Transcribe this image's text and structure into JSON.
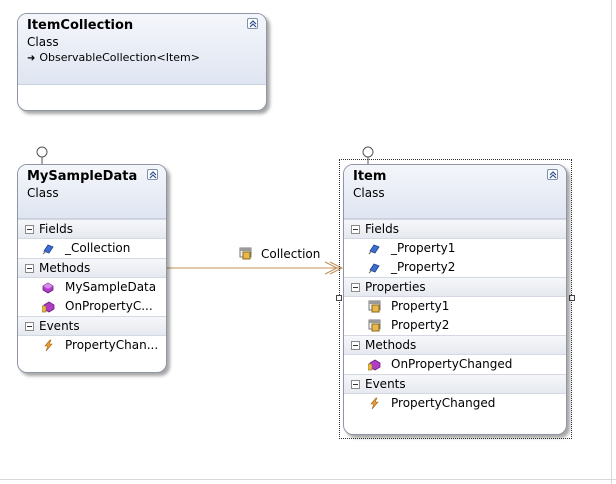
{
  "shapes": {
    "item_collection": {
      "title": "ItemCollection",
      "stereotype": "Class",
      "base_type": "ObservableCollection<Item>"
    },
    "my_sample_data": {
      "title": "MySampleData",
      "stereotype": "Class",
      "sections": {
        "fields": {
          "label": "Fields",
          "items": [
            "_Collection"
          ]
        },
        "methods": {
          "label": "Methods",
          "items": [
            "MySampleData",
            "OnPropertyC..."
          ]
        },
        "events": {
          "label": "Events",
          "items": [
            "PropertyChan..."
          ]
        }
      }
    },
    "item": {
      "title": "Item",
      "stereotype": "Class",
      "sections": {
        "fields": {
          "label": "Fields",
          "items": [
            "_Property1",
            "_Property2"
          ]
        },
        "properties": {
          "label": "Properties",
          "items": [
            "Property1",
            "Property2"
          ]
        },
        "methods": {
          "label": "Methods",
          "items": [
            "OnPropertyChanged"
          ]
        },
        "events": {
          "label": "Events",
          "items": [
            "PropertyChanged"
          ]
        }
      }
    }
  },
  "association": {
    "label": "Collection",
    "color": "#c0905a"
  },
  "icons": {
    "field": "field-icon",
    "method": "method-icon",
    "property": "property-icon",
    "event": "event-icon",
    "collapse": "chevron-double-up-icon",
    "expand_section": "minus-icon"
  },
  "colors": {
    "header_gradient_top": "#f4f6fb",
    "header_gradient_bottom": "#dfe5f1",
    "border": "#8f97a7",
    "connector": "#c0905a"
  }
}
